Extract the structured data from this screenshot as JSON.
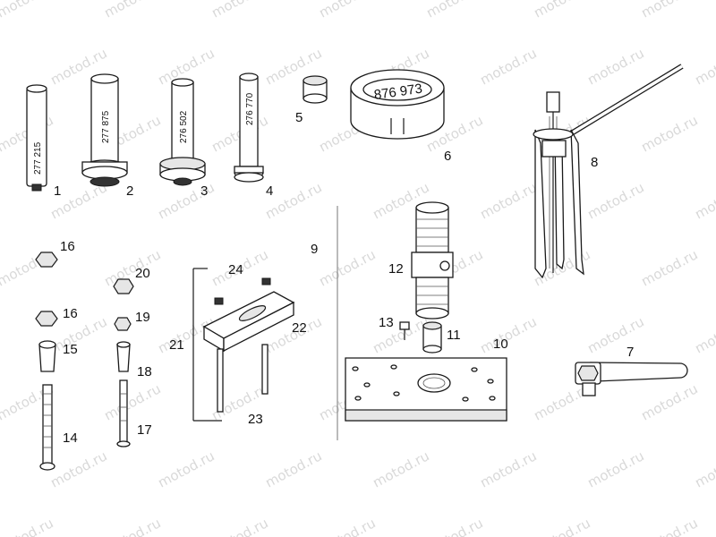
{
  "watermark": "motod.ru",
  "part_numbers": {
    "p1": "277 215",
    "p2": "277 875",
    "p3": "276 502",
    "p4": "276 770",
    "p6": "876 973"
  },
  "callouts": {
    "c1": "1",
    "c2": "2",
    "c3": "3",
    "c4": "4",
    "c5": "5",
    "c6": "6",
    "c7": "7",
    "c8": "8",
    "c9": "9",
    "c10": "10",
    "c11": "11",
    "c12": "12",
    "c13": "13",
    "c14": "14",
    "c15": "15",
    "c16a": "16",
    "c16b": "16",
    "c17": "17",
    "c18": "18",
    "c19": "19",
    "c20": "20",
    "c21": "21",
    "c22": "22",
    "c23": "23",
    "c24": "24"
  }
}
